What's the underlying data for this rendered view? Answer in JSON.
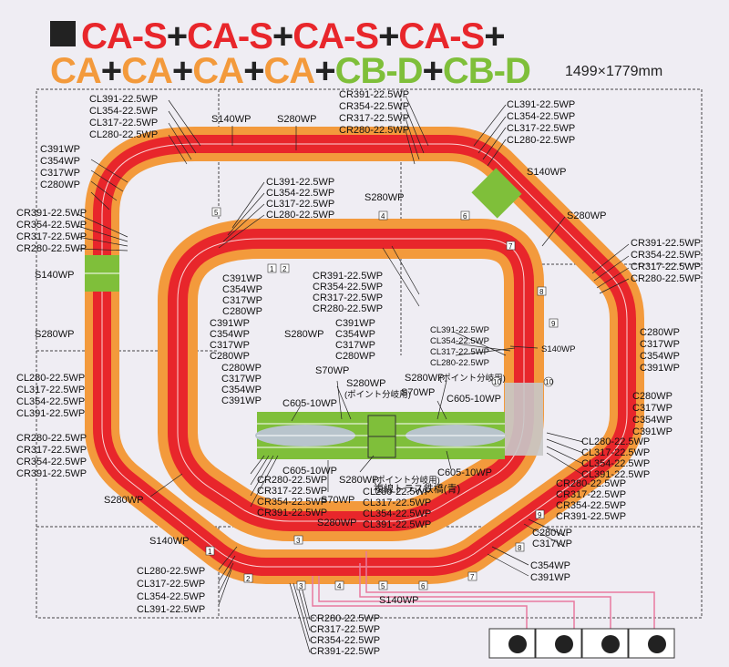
{
  "title": {
    "line1": [
      "CA-S",
      "+",
      "CA-S",
      "+",
      "CA-S",
      "+",
      "CA-S",
      "+"
    ],
    "line2": [
      "CA",
      "+",
      "CA",
      "+",
      "CA",
      "+",
      "CA",
      "+",
      "CB-D",
      "+",
      "CB-D"
    ],
    "dimensions": "1499×1779mm"
  },
  "colors": {
    "inner_red": "#e8262b",
    "outer_orange": "#f39a3c",
    "straight_green": "#7fbf3a"
  },
  "labels": {
    "top_left_cl": [
      "CL391-22.5WP",
      "CL354-22.5WP",
      "CL317-22.5WP",
      "CL280-22.5WP"
    ],
    "top_cr": [
      "CR391-22.5WP",
      "CR354-22.5WP",
      "CR317-22.5WP",
      "CR280-22.5WP"
    ],
    "top_right_cl": [
      "CL391-22.5WP",
      "CL354-22.5WP",
      "CL317-22.5WP",
      "CL280-22.5WP"
    ],
    "s140_top": "S140WP",
    "s280_top": "S280WP",
    "left_c": [
      "C391WP",
      "C354WP",
      "C317WP",
      "C280WP"
    ],
    "inner_top_cl": [
      "CL391-22.5WP",
      "CL354-22.5WP",
      "CL317-22.5WP",
      "CL280-22.5WP"
    ],
    "s280_mid": "S280WP",
    "s140_right": "S140WP",
    "s280_right": "S280WP",
    "left_cr": [
      "CR391-22.5WP",
      "CR354-22.5WP",
      "CR317-22.5WP",
      "CR280-22.5WP"
    ],
    "right_cr": [
      "CR391-22.5WP",
      "CR354-22.5WP",
      "CR317-22.5WP",
      "CR280-22.5WP"
    ],
    "s140_left": "S140WP",
    "inner_c_a": [
      "C391WP",
      "C354WP",
      "C317WP",
      "C280WP"
    ],
    "inner_cr": [
      "CR391-22.5WP",
      "CR354-22.5WP",
      "CR317-22.5WP",
      "CR280-22.5WP"
    ],
    "inner_c_b": [
      "C391WP",
      "C354WP",
      "C317WP",
      "C280WP"
    ],
    "s280_left": "S280WP",
    "inner_c_c": [
      "C391WP",
      "C354WP",
      "C317WP",
      "C280WP"
    ],
    "inner_right_cl": [
      "CL391-22.5WP",
      "CL354-22.5WP",
      "CL317-22.5WP",
      "CL280-22.5WP"
    ],
    "s140_inner_right": "S140WP",
    "right_c": [
      "C280WP",
      "C317WP",
      "C354WP",
      "C391WP"
    ],
    "inner_c_d": [
      "C280WP",
      "C317WP",
      "C354WP",
      "C391WP"
    ],
    "right_c2": [
      "C280WP",
      "C317WP",
      "C354WP",
      "C391WP"
    ],
    "left_cl": [
      "CL280-22.5WP",
      "CL317-22.5WP",
      "CL354-22.5WP",
      "CL391-22.5WP"
    ],
    "s70_top": "S70WP",
    "s280_point_a": "S280WP",
    "point_a": "(ポイント分岐用)",
    "s280_point_b": "S280WP",
    "point_b": "(ポイント分岐用)",
    "s70_mid": "S70WP",
    "c605_left": "C605-10WP",
    "c605_right": "C605-10WP",
    "right_cl": [
      "CL280-22.5WP",
      "CL317-22.5WP",
      "CL354-22.5WP",
      "CL391-22.5WP"
    ],
    "left_cr2": [
      "CR280-22.5WP",
      "CR317-22.5WP",
      "CR354-22.5WP",
      "CR391-22.5WP"
    ],
    "c605_bl": "C605-10WP",
    "s280_point_c": "S280WP",
    "point_c": "(ポイント分岐用)",
    "c605_br": "C605-10WP",
    "bridge": "複線トラス鉄橋(青)",
    "inner_cr2": [
      "CR280-22.5WP",
      "CR317-22.5WP",
      "CR354-22.5WP",
      "CR391-22.5WP"
    ],
    "s70_bot": "S70WP",
    "inner_cl_bot": [
      "CL280-22.5WP",
      "CL317-22.5WP",
      "CL354-22.5WP",
      "CL391-22.5WP"
    ],
    "right_cr2": [
      "CR280-22.5WP",
      "CR317-22.5WP",
      "CR354-22.5WP",
      "CR391-22.5WP"
    ],
    "s280_bl": "S280WP",
    "s280_bot": "S280WP",
    "right_c3": [
      "C280WP",
      "C317WP"
    ],
    "right_c4": [
      "C354WP",
      "C391WP"
    ],
    "s140_bl": "S140WP",
    "bot_cl": [
      "CL280-22.5WP",
      "CL317-22.5WP",
      "CL354-22.5WP",
      "CL391-22.5WP"
    ],
    "s140_bot": "S140WP",
    "bot_cr": [
      "CR280-22.5WP",
      "CR317-22.5WP",
      "CR354-22.5WP",
      "CR391-22.5WP"
    ]
  },
  "markers": [
    "1",
    "2",
    "3",
    "4",
    "5",
    "6",
    "7",
    "8",
    "9",
    "10"
  ]
}
